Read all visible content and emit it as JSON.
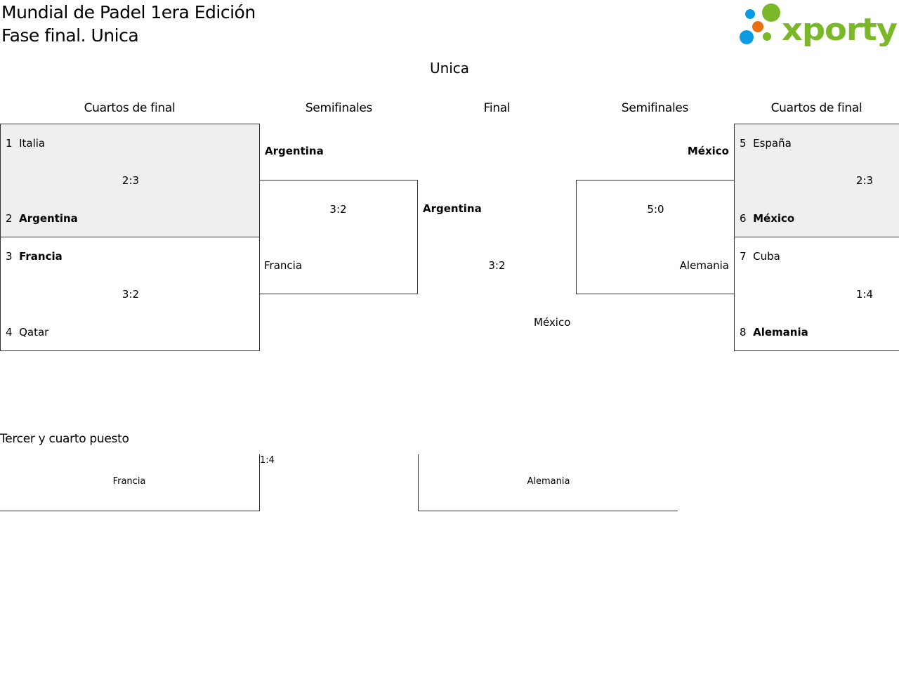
{
  "header": {
    "title_line1": "Mundial de Padel 1era Edición",
    "title_line2": "Fase final. Unica",
    "logo_text": "xporty"
  },
  "stage": "Unica",
  "columns": [
    "Cuartos de final",
    "Semifinales",
    "Final",
    "Semifinales",
    "Cuartos de final"
  ],
  "quarterfinals_left": [
    {
      "seed1": "1",
      "team1": "Italia",
      "seed2": "2",
      "team2": "Argentina",
      "score": "2:3",
      "winner": 2
    },
    {
      "seed1": "3",
      "team1": "Francia",
      "seed2": "4",
      "team2": "Qatar",
      "score": "3:2",
      "winner": 1
    }
  ],
  "semifinal_left": {
    "team1": "Argentina",
    "team2": "Francia",
    "score": "3:2"
  },
  "final": {
    "team1": "Argentina",
    "team2": "México",
    "score": "3:2"
  },
  "semifinal_right": {
    "team1": "México",
    "team2": "Alemania",
    "score": "5:0"
  },
  "quarterfinals_right": [
    {
      "seed1": "5",
      "team1": "España",
      "seed2": "6",
      "team2": "México",
      "score": "2:3",
      "winner": 2
    },
    {
      "seed1": "7",
      "team1": "Cuba",
      "seed2": "8",
      "team2": "Alemania",
      "score": "1:4",
      "winner": 2
    }
  ],
  "third_place": {
    "label": "Tercer y cuarto puesto",
    "team1": "Francia",
    "team2": "Alemania",
    "score": "1:4"
  },
  "colors": {
    "logo_green": "#7ab829",
    "logo_blue": "#0b9be3",
    "logo_orange": "#e8700e",
    "highlight_bg": "#efefef"
  }
}
